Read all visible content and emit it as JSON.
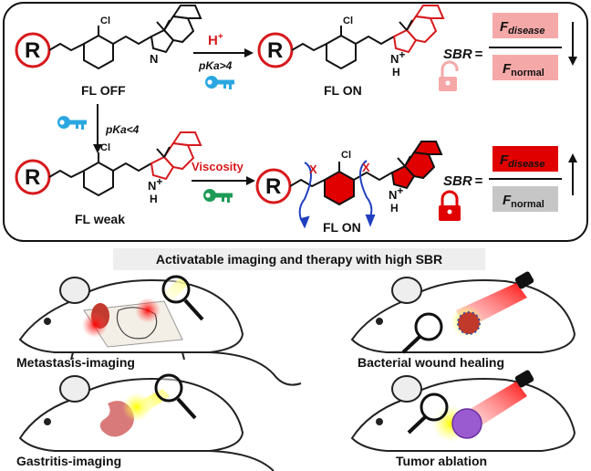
{
  "colors": {
    "red": "#d7191c",
    "pink": "#f4a9a8",
    "dark_red": "#e00000",
    "blue_key": "#2aa7e0",
    "green_key": "#1e9b56",
    "gray_box": "#c6c6c6",
    "banner_bg": "#eeeeee"
  },
  "scheme": {
    "r_symbol": "R",
    "cl": "Cl",
    "n_plain": "N",
    "n_plus": "N",
    "plus": "+",
    "h_below": "H",
    "h_plus": "H",
    "h_plus_sup": "+",
    "fl_off": "FL OFF",
    "fl_on_top": "FL ON",
    "fl_weak": "FL weak",
    "fl_on_bottom": "FL ON",
    "pka_gt": "pKa>4",
    "pka_lt": "pKa<4",
    "viscosity": "Viscosity",
    "cross_mark": "X",
    "sbr": "SBR",
    "equals": "=",
    "f": "F",
    "disease": "disease",
    "normal": "normal"
  },
  "banner": {
    "text": "Activatable imaging and therapy with high SBR"
  },
  "applications": {
    "metastasis": "Metastasis-imaging",
    "bacterial": "Bacterial wound healing",
    "gastritis": "Gastritis-imaging",
    "tumor": "Tumor ablation"
  },
  "icons": [
    "key-blue-icon",
    "key-blue-icon",
    "key-green-icon",
    "unlocked-padlock-icon",
    "locked-padlock-icon",
    "down-arrow-icon",
    "up-arrow-icon",
    "mouse-outline-icon",
    "magnifying-glass-icon",
    "laser-icon"
  ]
}
